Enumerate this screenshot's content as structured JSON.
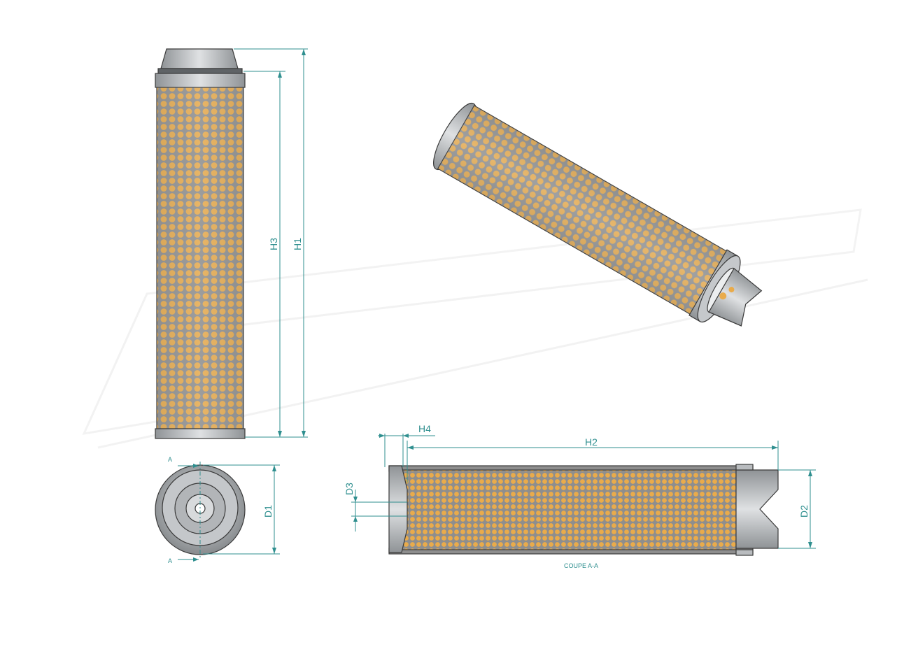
{
  "labels": {
    "h1": "H1",
    "h2": "H2",
    "h3": "H3",
    "h4": "H4",
    "d1": "D1",
    "d2": "D2",
    "d3": "D3",
    "section_top": "A",
    "section_bottom": "A",
    "section_caption": "COUPE A-A"
  },
  "colors": {
    "dimension": "#2f8f8f",
    "media": "#e7a94a",
    "mesh": "#9b9b9b",
    "metal": "#b9bcbf"
  }
}
